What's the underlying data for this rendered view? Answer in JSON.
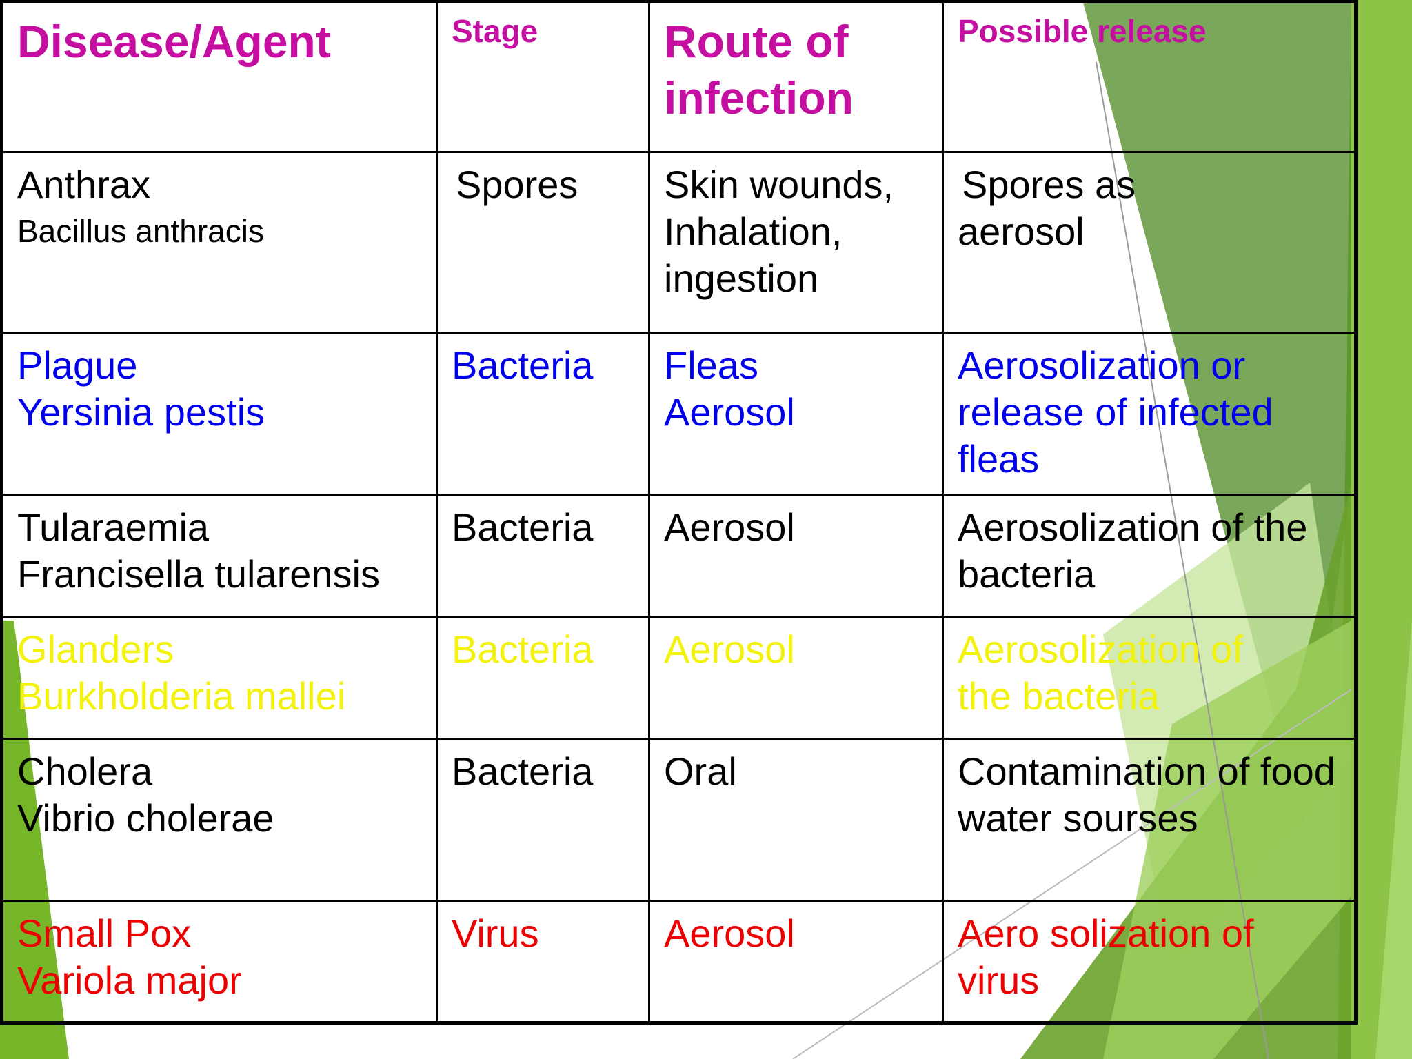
{
  "colors": {
    "header": "#c40fa0",
    "black": "#000000",
    "blue": "#0000ee",
    "yellow": "#f2f20a",
    "red": "#ee0000",
    "green_dark": "#6aa22c",
    "green_light": "#a6d66a"
  },
  "header": {
    "disease_agent": "Disease/Agent",
    "stage": "Stage",
    "route_line1": "Route of",
    "route_line2": "infection",
    "possible_release": "Possible release"
  },
  "rows": [
    {
      "color": "black",
      "disease": "Anthrax",
      "agent": "Bacillus anthracis",
      "stage": "Spores",
      "route": [
        "Skin wounds,",
        "Inhalation,",
        "ingestion"
      ],
      "release": [
        "Spores as",
        "aerosol"
      ]
    },
    {
      "color": "blue",
      "disease": "Plague",
      "agent": "Yersinia pestis",
      "stage": "Bacteria",
      "route": [
        "Fleas",
        "Aerosol"
      ],
      "release": [
        "Aerosolization or",
        "release of  infected",
        "fleas"
      ]
    },
    {
      "color": "black",
      "disease": "Tularaemia",
      "agent": "Francisella tularensis",
      "stage": "Bacteria",
      "route": [
        "Aerosol"
      ],
      "release": [
        "Aerosolization of the",
        "bacteria"
      ]
    },
    {
      "color": "yellow",
      "disease": "Glanders",
      "agent": "Burkholderia mallei",
      "stage": "Bacteria",
      "route": [
        "Aerosol"
      ],
      "release": [
        "Aerosolization of",
        "the bacteria"
      ]
    },
    {
      "color": "black",
      "disease": "Cholera",
      "agent": "Vibrio cholerae",
      "stage": "Bacteria",
      "route": [
        "Oral"
      ],
      "release": [
        "Contamination of food",
        "water sourses"
      ]
    },
    {
      "color": "red",
      "disease": "Small Pox",
      "agent": "Variola major",
      "stage": "Virus",
      "route": [
        "Aerosol"
      ],
      "release": [
        "Aero solization of",
        "virus"
      ]
    }
  ]
}
